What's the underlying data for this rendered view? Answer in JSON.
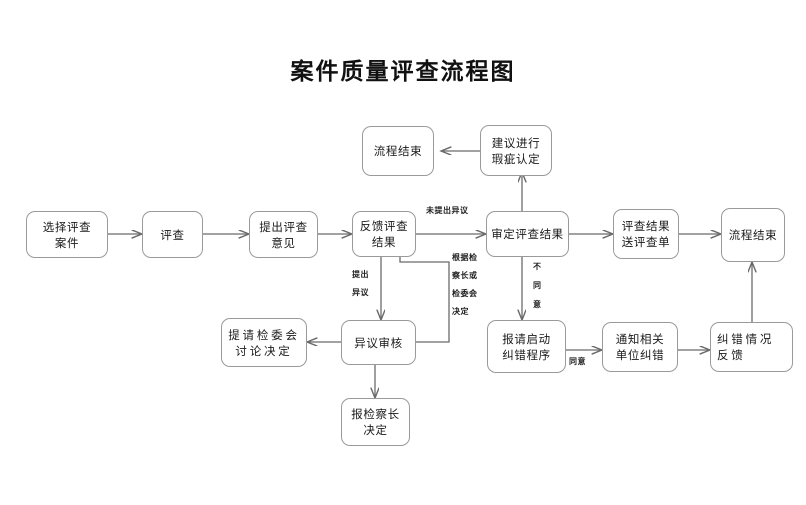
{
  "document": {
    "title": "案件质量评查流程图",
    "type": "flowchart",
    "background_color": "#ffffff",
    "line_color": "#6b6b6b",
    "box_border_color": "#9a9a9a",
    "text_color": "#1a1a1a"
  },
  "nodes": {
    "select_case": {
      "label": "选择评查案件",
      "line1": "选择评查",
      "line2": "案件"
    },
    "review": {
      "label": "评查",
      "line1": "评查",
      "line2": ""
    },
    "submit_opinion": {
      "label": "提出评查意见",
      "line1": "提出评查",
      "line2": "意见"
    },
    "feedback_result": {
      "label": "反馈评查结果",
      "line1": "反馈评查",
      "line2": "结果"
    },
    "approve_result": {
      "label": "审定评查结果",
      "line1": "审定评查结果",
      "line2": ""
    },
    "send_review_sheet": {
      "label": "评查结果送评查单",
      "line1": "评查结果",
      "line2": "送评查单"
    },
    "end_right": {
      "label": "流程结束",
      "line1": "流程结束",
      "line2": ""
    },
    "suggest_defect": {
      "label": "建议进行瑕疵认定",
      "line1": "建议进行",
      "line2": "瑕疵认定"
    },
    "end_top": {
      "label": "流程结束",
      "line1": "流程结束",
      "line2": ""
    },
    "objection_review": {
      "label": "异议审核",
      "line1": "异议审核",
      "line2": ""
    },
    "committee_discuss": {
      "label": "提请检委会讨论决定",
      "line1": "提请检委会",
      "line2": "讨论决定"
    },
    "report_chief": {
      "label": "报检察长决定",
      "line1": "报检察长",
      "line2": "决定"
    },
    "start_correction": {
      "label": "报请启动纠错程序",
      "line1": "报请启动",
      "line2": "纠错程序"
    },
    "notify_unit": {
      "label": "通知相关单位纠错",
      "line1": "通知相关",
      "line2": "单位纠错"
    },
    "correction_feedback": {
      "label": "纠错情况反馈",
      "line1": "纠错情况",
      "line2": "反馈"
    }
  },
  "edge_labels": {
    "no_objection": "未提出异议",
    "raise_objection_l1": "提出",
    "raise_objection_l2": "异议",
    "per_chief_or_committee": "根据检察长或检委会决定",
    "per_chief_l1": "根据检",
    "per_chief_l2": "察长或",
    "per_chief_l3": "检委会",
    "per_chief_l4": "决定",
    "disagree": "不同意",
    "disagree_c1": "不",
    "disagree_c2": "同",
    "disagree_c3": "意",
    "agree": "同意"
  },
  "flow_edges": [
    {
      "from": "select_case",
      "to": "review",
      "label": ""
    },
    {
      "from": "review",
      "to": "submit_opinion",
      "label": ""
    },
    {
      "from": "submit_opinion",
      "to": "feedback_result",
      "label": ""
    },
    {
      "from": "feedback_result",
      "to": "approve_result",
      "label": "未提出异议"
    },
    {
      "from": "approve_result",
      "to": "send_review_sheet",
      "label": ""
    },
    {
      "from": "send_review_sheet",
      "to": "end_right",
      "label": ""
    },
    {
      "from": "approve_result",
      "to": "suggest_defect",
      "label": ""
    },
    {
      "from": "suggest_defect",
      "to": "end_top",
      "label": ""
    },
    {
      "from": "feedback_result",
      "to": "objection_review",
      "label": "提出异议"
    },
    {
      "from": "objection_review",
      "to": "committee_discuss",
      "label": ""
    },
    {
      "from": "objection_review",
      "to": "report_chief",
      "label": ""
    },
    {
      "from": "objection_review",
      "to": "feedback_result",
      "label": "根据检察长或检委会决定"
    },
    {
      "from": "approve_result",
      "to": "start_correction",
      "label": "不同意"
    },
    {
      "from": "start_correction",
      "to": "notify_unit",
      "label": "同意"
    },
    {
      "from": "notify_unit",
      "to": "correction_feedback",
      "label": ""
    },
    {
      "from": "correction_feedback",
      "to": "end_right",
      "label": ""
    }
  ]
}
